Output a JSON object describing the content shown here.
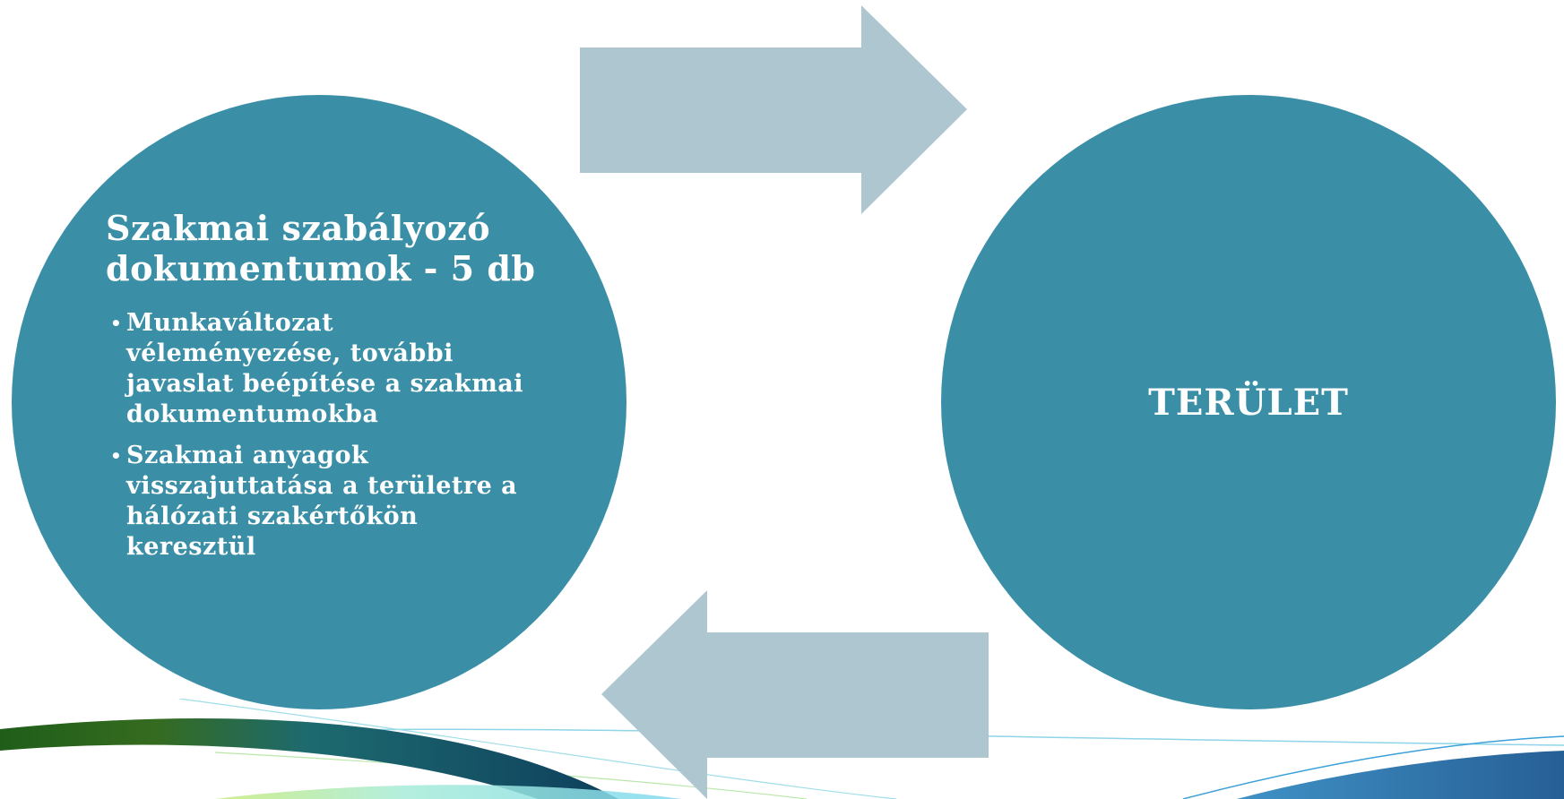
{
  "left_circle": {
    "heading": "Szakmai szabályozó dokumentumok - 5 db",
    "bullets": [
      {
        "text": "Munkaváltozat véleményezése, további javaslat beépítése a szakmai dokumentumokba"
      },
      {
        "text": "Szakmai anyagok visszajuttatása a területre a hálózati szakértőkön keresztül"
      }
    ]
  },
  "right_circle": {
    "label": "TERÜLET"
  },
  "colors": {
    "circle": "#3a8fa7",
    "arrow": "#adc6d0",
    "text": "#ffffff"
  },
  "icons": {
    "arrow_top": "arrow-right-icon",
    "arrow_bottom": "arrow-left-icon",
    "bullet": "bullet-dot-icon"
  }
}
